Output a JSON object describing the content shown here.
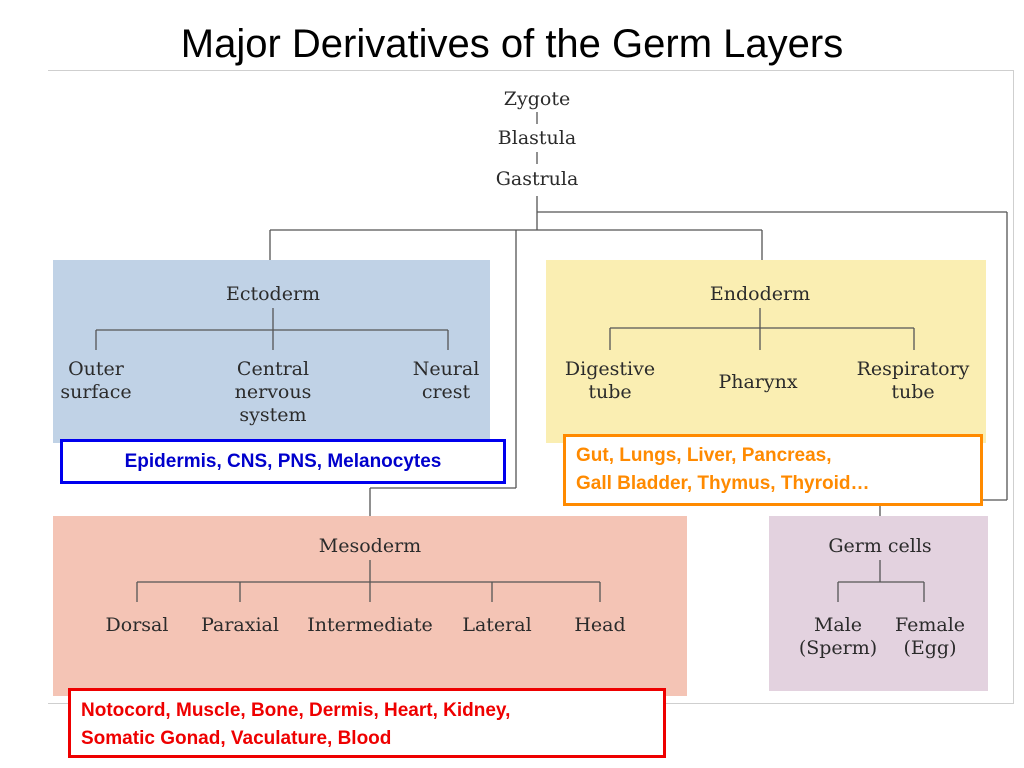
{
  "title": "Major Derivatives of the Germ Layers",
  "stages": [
    "Zygote",
    "Blastula",
    "Gastrula"
  ],
  "ectoderm": {
    "label": "Ectoderm",
    "children": [
      "Outer\nsurface",
      "Central\nnervous\nsystem",
      "Neural\ncrest"
    ]
  },
  "endoderm": {
    "label": "Endoderm",
    "children": [
      "Digestive\ntube",
      "Pharynx",
      "Respiratory\ntube"
    ]
  },
  "mesoderm": {
    "label": "Mesoderm",
    "children": [
      "Dorsal",
      "Paraxial",
      "Intermediate",
      "Lateral",
      "Head"
    ]
  },
  "germ_cells": {
    "label": "Germ cells",
    "children": [
      "Male\n(Sperm)",
      "Female\n(Egg)"
    ]
  },
  "notes": {
    "ectoderm": "Epidermis, CNS, PNS, Melanocytes",
    "endoderm_line1": "Gut, Lungs, Liver, Pancreas,",
    "endoderm_line2": "Gall Bladder, Thymus, Thyroid…",
    "mesoderm_line1": "Notocord, Muscle, Bone, Dermis, Heart, Kidney,",
    "mesoderm_line2": "Somatic Gonad, Vaculature, Blood"
  },
  "colors": {
    "ectoderm_fill": "#c0d2e6",
    "endoderm_fill": "#faeeb2",
    "mesoderm_fill": "#f4c4b5",
    "germ_fill": "#e3d2df",
    "ectoderm_note": "#0000cc",
    "endoderm_note": "#ff8a00",
    "mesoderm_note": "#ee0000",
    "line": "#555555"
  }
}
